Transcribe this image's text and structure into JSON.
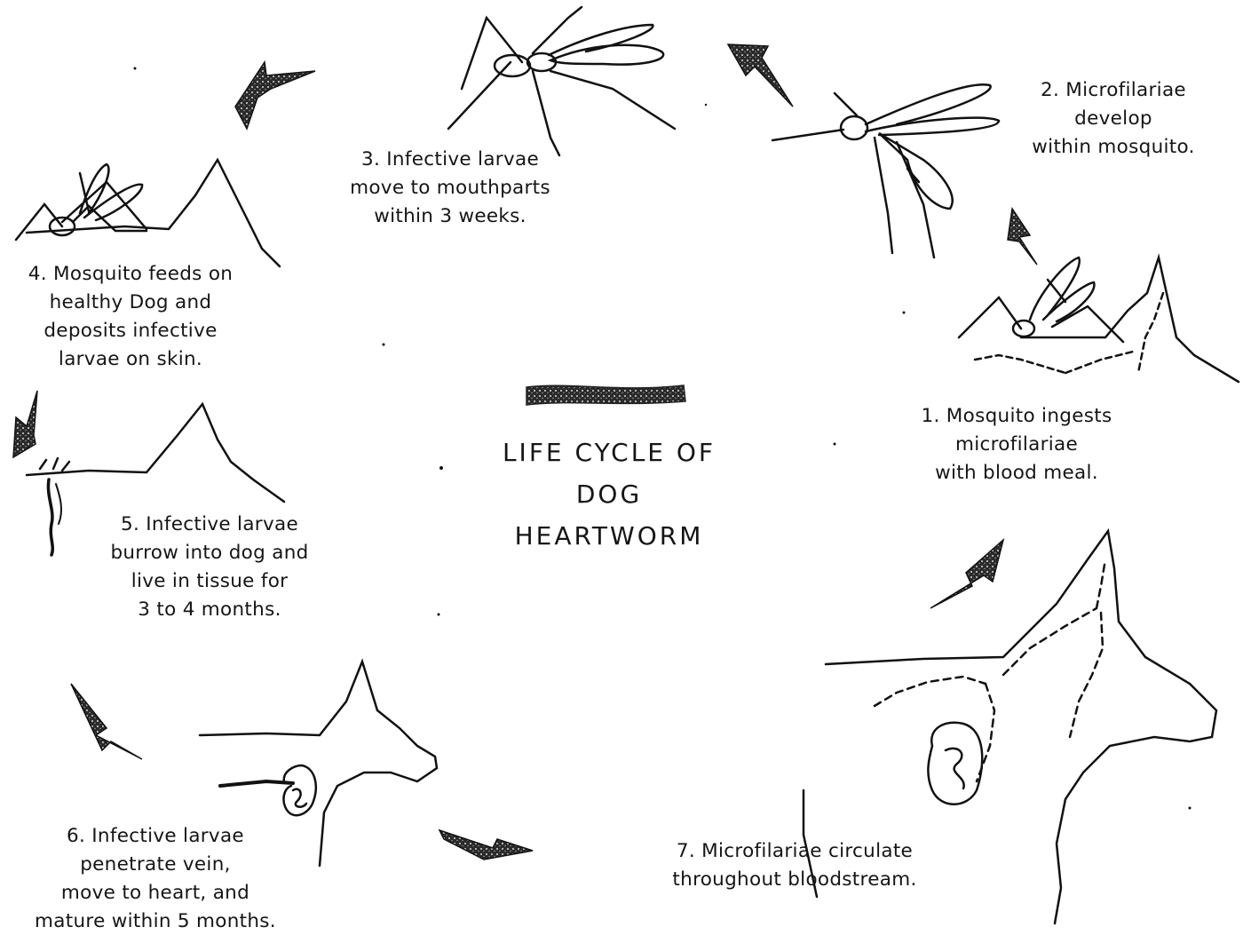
{
  "title": [
    "LIFE CYCLE OF",
    "DOG",
    "HEARTWORM"
  ],
  "steps": [
    [
      "1. Mosquito ingests",
      "microfilariae",
      "with blood meal."
    ],
    [
      "2. Microfilariae",
      "develop",
      "within mosquito."
    ],
    [
      "3. Infective larvae",
      "move to mouthparts",
      "within 3 weeks."
    ],
    [
      "4. Mosquito feeds on",
      "healthy Dog and",
      "deposits infective",
      "larvae on skin."
    ],
    [
      "5. Infective larvae",
      "burrow into dog and",
      "live in tissue for",
      "3 to 4 months."
    ],
    [
      "6. Infective larvae",
      "penetrate vein,",
      "move to heart, and",
      "mature within 5 months."
    ],
    [
      "7. Microfilariae circulate",
      "throughout bloodstream."
    ]
  ]
}
